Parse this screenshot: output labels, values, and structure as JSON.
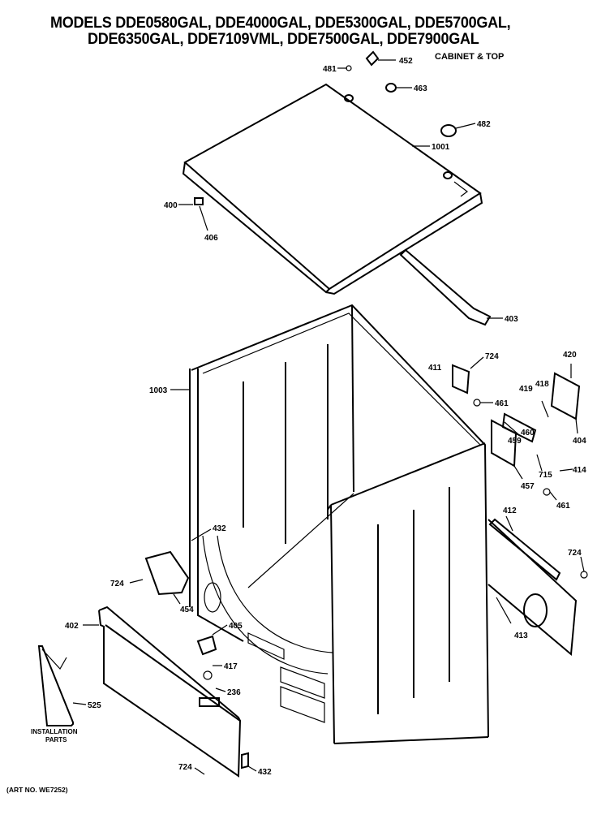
{
  "header": {
    "title_line1": "MODELS DDE0580GAL, DDE4000GAL, DDE5300GAL, DDE5700GAL,",
    "title_line2": "DDE6350GAL, DDE7109VML, DDE7500GAL, DDE7900GAL",
    "section": "CABINET & TOP"
  },
  "footer": {
    "art_no": "(ART NO. WE7252)"
  },
  "callouts": {
    "p481": "481",
    "p452": "452",
    "p463": "463",
    "p482": "482",
    "p1001": "1001",
    "p400": "400",
    "p406": "406",
    "p403": "403",
    "p1003": "1003",
    "p411": "411",
    "p724a": "724",
    "p461a": "461",
    "p420": "420",
    "p419": "419",
    "p418": "418",
    "p459": "459",
    "p460": "460",
    "p404": "404",
    "p457": "457",
    "p715": "715",
    "p414": "414",
    "p461b": "461",
    "p412": "412",
    "p432a": "432",
    "p724b": "724",
    "p724c": "724",
    "p454": "454",
    "p402": "402",
    "p405": "405",
    "p417": "417",
    "p236": "236",
    "p525": "525",
    "p413": "413",
    "p724d": "724",
    "p432b": "432"
  },
  "installation_parts": {
    "line1": "INSTALLATION",
    "line2": "PARTS"
  }
}
